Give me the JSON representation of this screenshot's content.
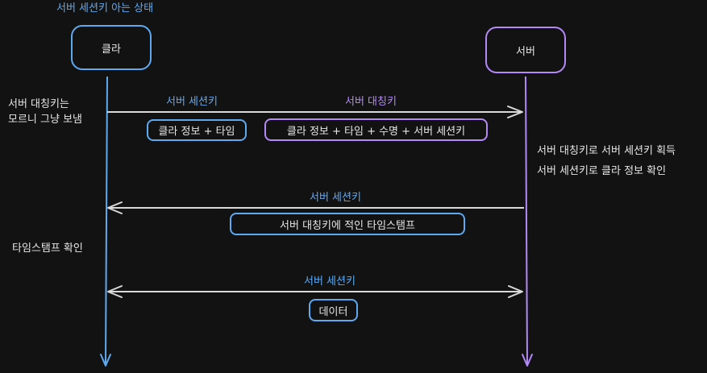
{
  "colors": {
    "background": "#121212",
    "client": "#5ea9f0",
    "server": "#b388f7",
    "arrow": "#d9d9d9",
    "text": "#e6e6e6"
  },
  "header": {
    "title": "서버 세션키 아는 상태"
  },
  "actors": {
    "client": "클라",
    "server": "서버"
  },
  "notes": {
    "client_send_line1": "서버 대칭키는",
    "client_send_line2": "모르니 그냥 보냄",
    "server_line1": "서버 대칭키로 서버 세션키 획득",
    "server_line2": "서버 세션키로 클라 정보 확인",
    "client_check": "타임스탬프 확인"
  },
  "messages": {
    "m1": {
      "label_a": "서버 세션키",
      "label_b": "서버 대칭키",
      "payload_a": "클라 정보 + 타임",
      "payload_b": "클라 정보 + 타임 + 수명 + 서버 세션키"
    },
    "m2": {
      "label": "서버 세션키",
      "payload": "서버 대칭키에 적인 타임스탬프"
    },
    "m3": {
      "label": "서버 세션키",
      "payload": "데이터"
    }
  }
}
